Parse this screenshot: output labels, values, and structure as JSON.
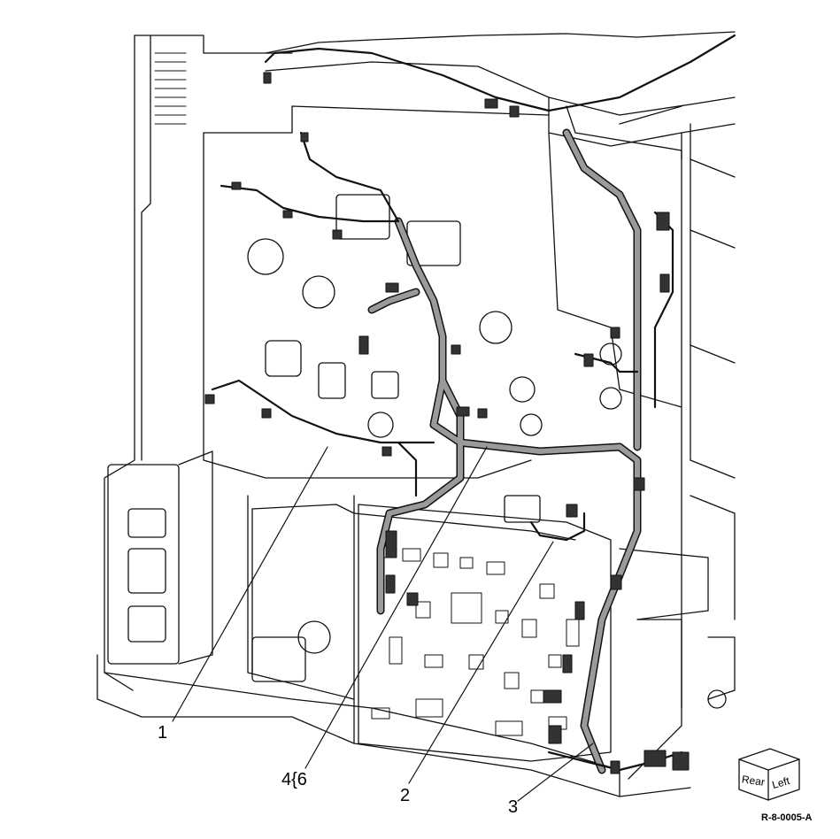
{
  "callouts": {
    "c1": "1",
    "c2": "2",
    "c3": "3",
    "c4": "4{6"
  },
  "orientation_cube": {
    "face_front": "Rear",
    "face_side": "Left"
  },
  "figure_code": "R-8-0005-A"
}
